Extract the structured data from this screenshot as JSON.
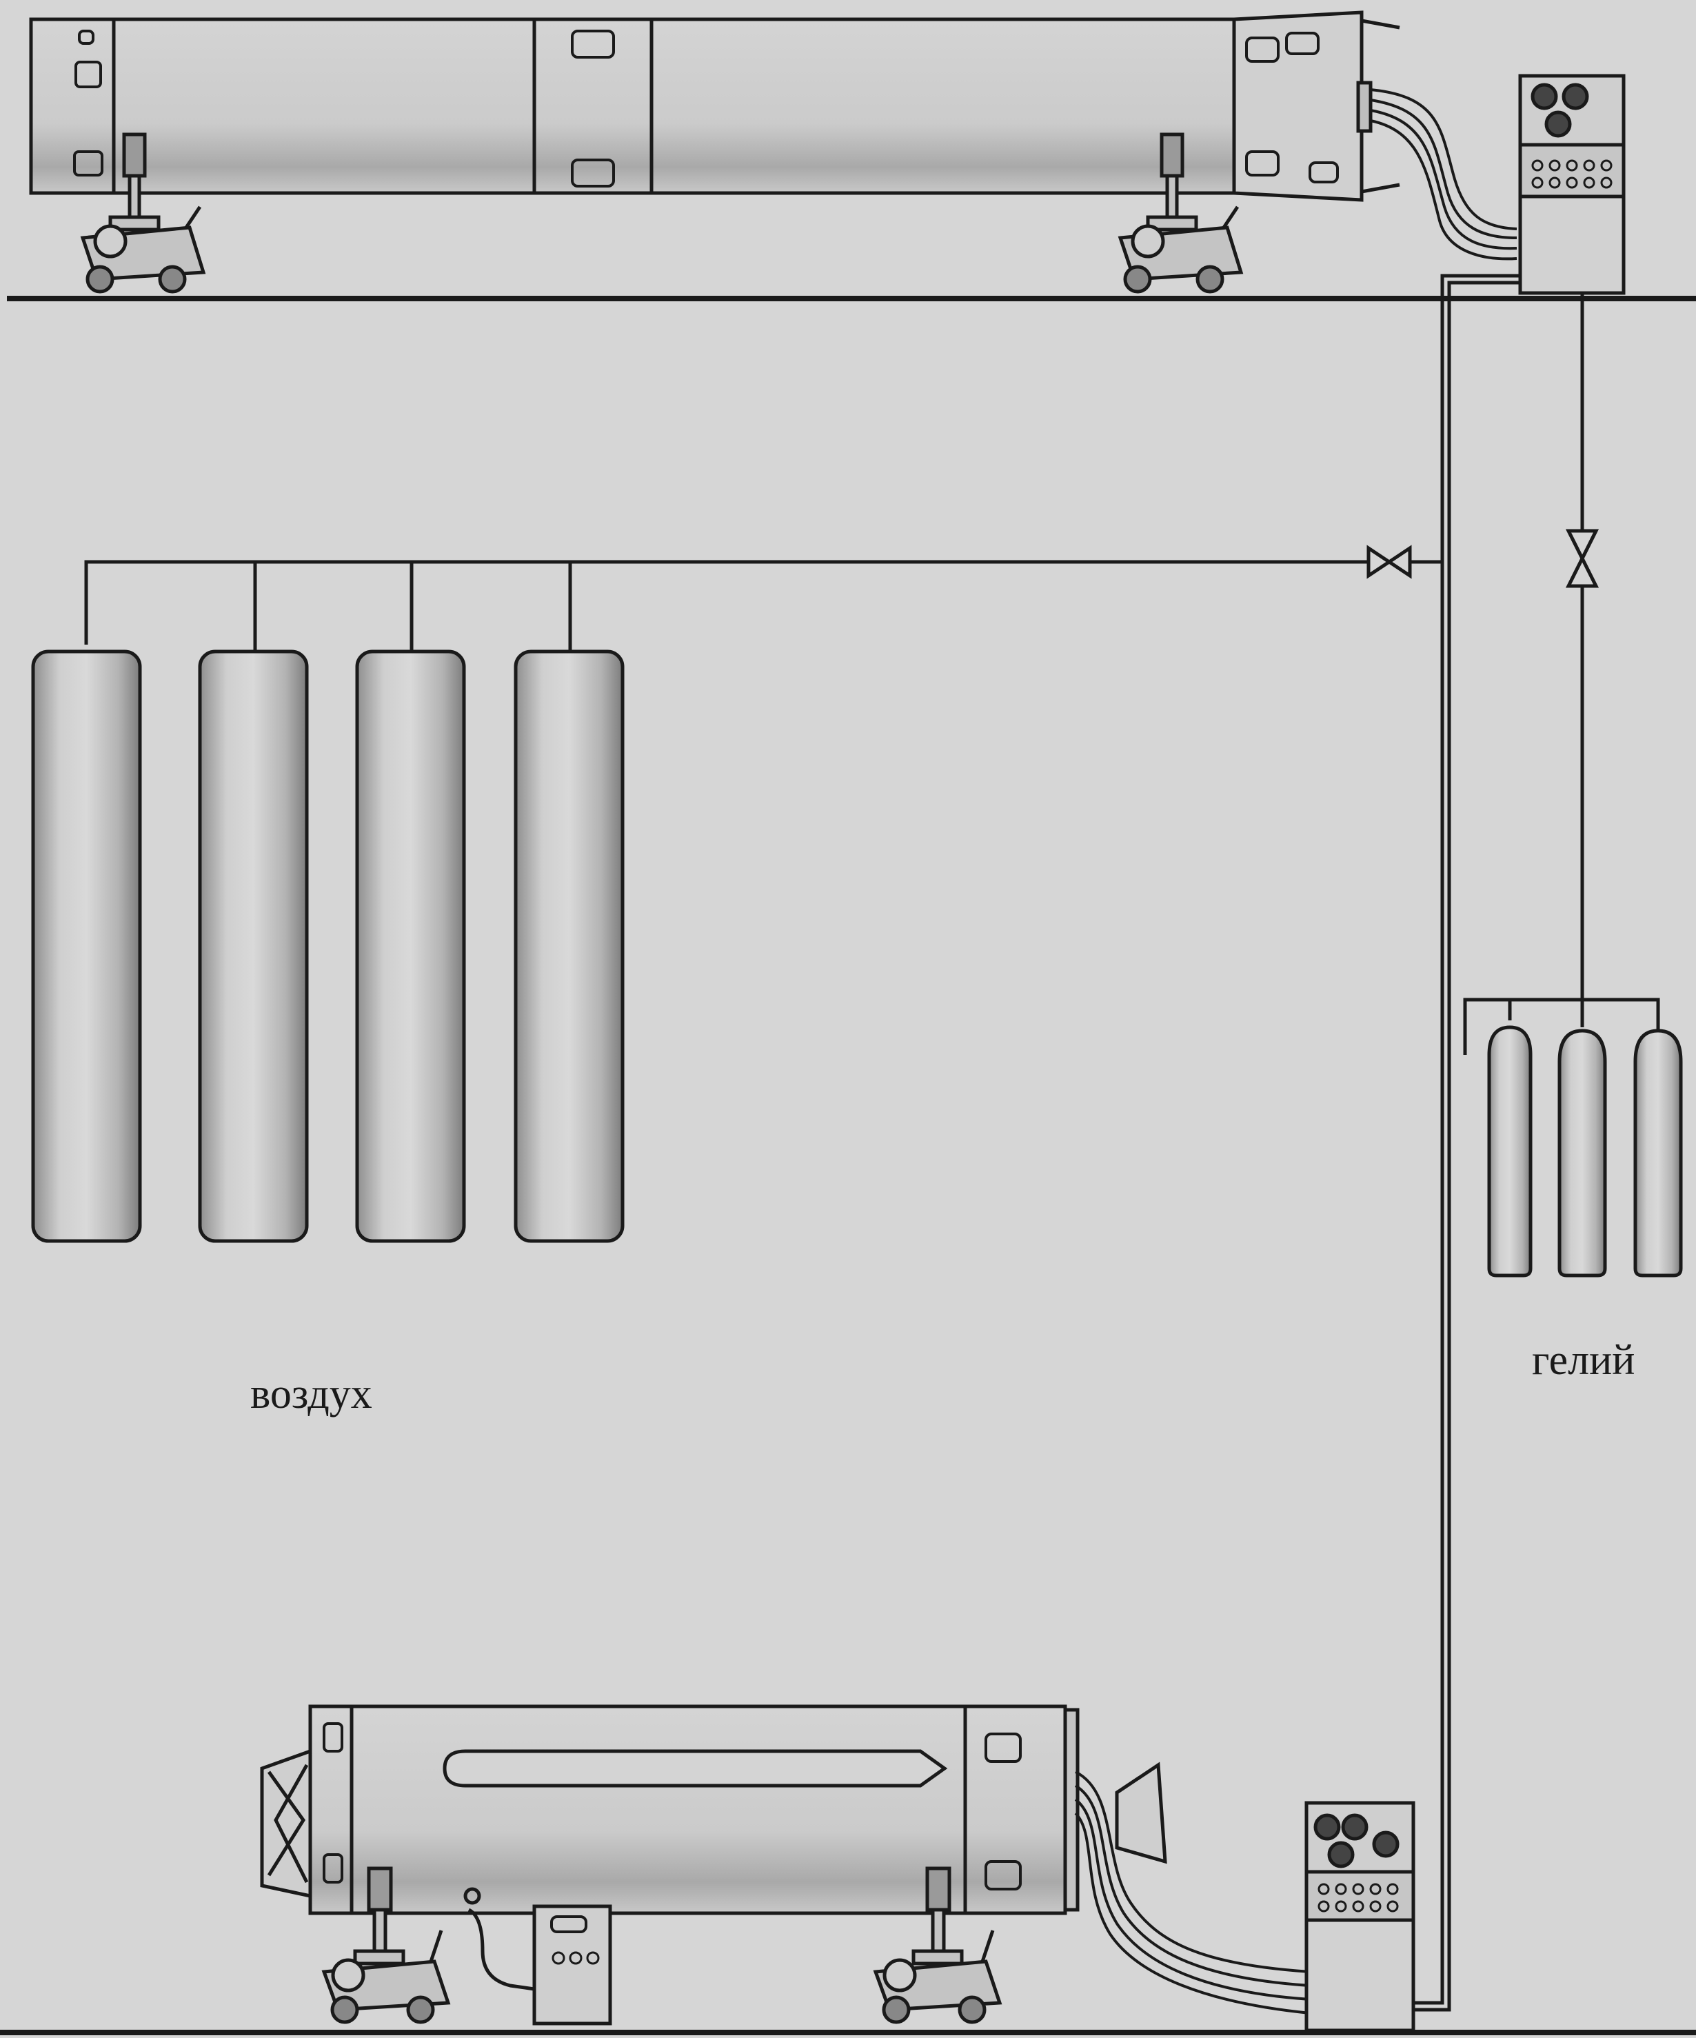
{
  "labels": {
    "air": "воздух",
    "helium": "гелий"
  },
  "colors": {
    "background": "#d6d6d6",
    "line": "#1a1a1a",
    "body_fill": "#cfcfcf",
    "cylinder_fill": "#bdbdbd"
  },
  "components": {
    "air_cylinders": 4,
    "helium_cylinders": 3,
    "valves": 2,
    "control_panels": 2,
    "transport_carts": 4
  }
}
